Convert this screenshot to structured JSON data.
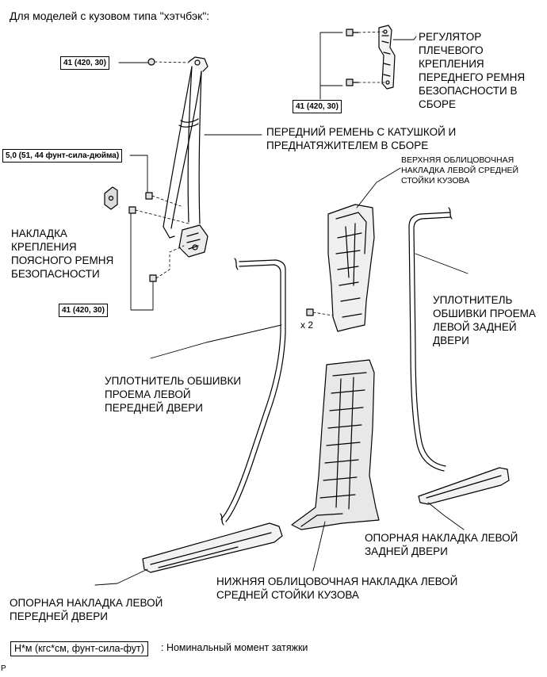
{
  "header": {
    "title": "Для моделей с кузовом типа \"хэтчбэк\":"
  },
  "labels": {
    "shoulder_anchor": "РЕГУЛЯТОР\nПЛЕЧЕВОГО\nКРЕПЛЕНИЯ\nПЕРЕДНЕГО РЕМНЯ\nБЕЗОПАСНОСТИ В\nСБОРЕ",
    "front_belt": "ПЕРЕДНИЙ РЕМЕНЬ С КАТУШКОЙ И\nПРЕДНАТЯЖИТЕЛЕМ В СБОРЕ",
    "upper_pillar_trim": "ВЕРХНЯЯ ОБЛИЦОВОЧНАЯ\nНАКЛАДКА ЛЕВОЙ СРЕДНЕЙ\nСТОЙКИ КУЗОВА",
    "lap_belt_cover": "НАКЛАДКА\nКРЕПЛЕНИЯ\nПОЯСНОГО РЕМНЯ\nБЕЗОПАСНОСТИ",
    "rear_door_weatherstrip": "УПЛОТНИТЕЛЬ\nОБШИВКИ ПРОЕМА\nЛЕВОЙ ЗАДНЕЙ\nДВЕРИ",
    "front_door_weatherstrip": "УПЛОТНИТЕЛЬ ОБШИВКИ\nПРОЕМА ЛЕВОЙ\nПЕРЕДНЕЙ ДВЕРИ",
    "rear_scuff_plate": "ОПОРНАЯ НАКЛАДКА ЛЕВОЙ\nЗАДНЕЙ ДВЕРИ",
    "lower_pillar_trim": "НИЖНЯЯ ОБЛИЦОВОЧНАЯ НАКЛАДКА ЛЕВОЙ\nСРЕДНЕЙ СТОЙКИ КУЗОВА",
    "front_scuff_plate": "ОПОРНАЯ НАКЛАДКА ЛЕВОЙ\nПЕРЕДНЕЙ ДВЕРИ",
    "clip_count": "x 2"
  },
  "torque": {
    "top": "41 (420, 30)",
    "anchor": "41 (420, 30)",
    "small_bolt": "5,0 (51, 44 фунт-сила-дюйма)",
    "lower": "41 (420, 30)"
  },
  "legend": {
    "unit": "Н*м (кгс*см, фунт-сила-фут)",
    "description": ": Номинальный момент затяжки"
  },
  "footer": {
    "code": "P"
  }
}
